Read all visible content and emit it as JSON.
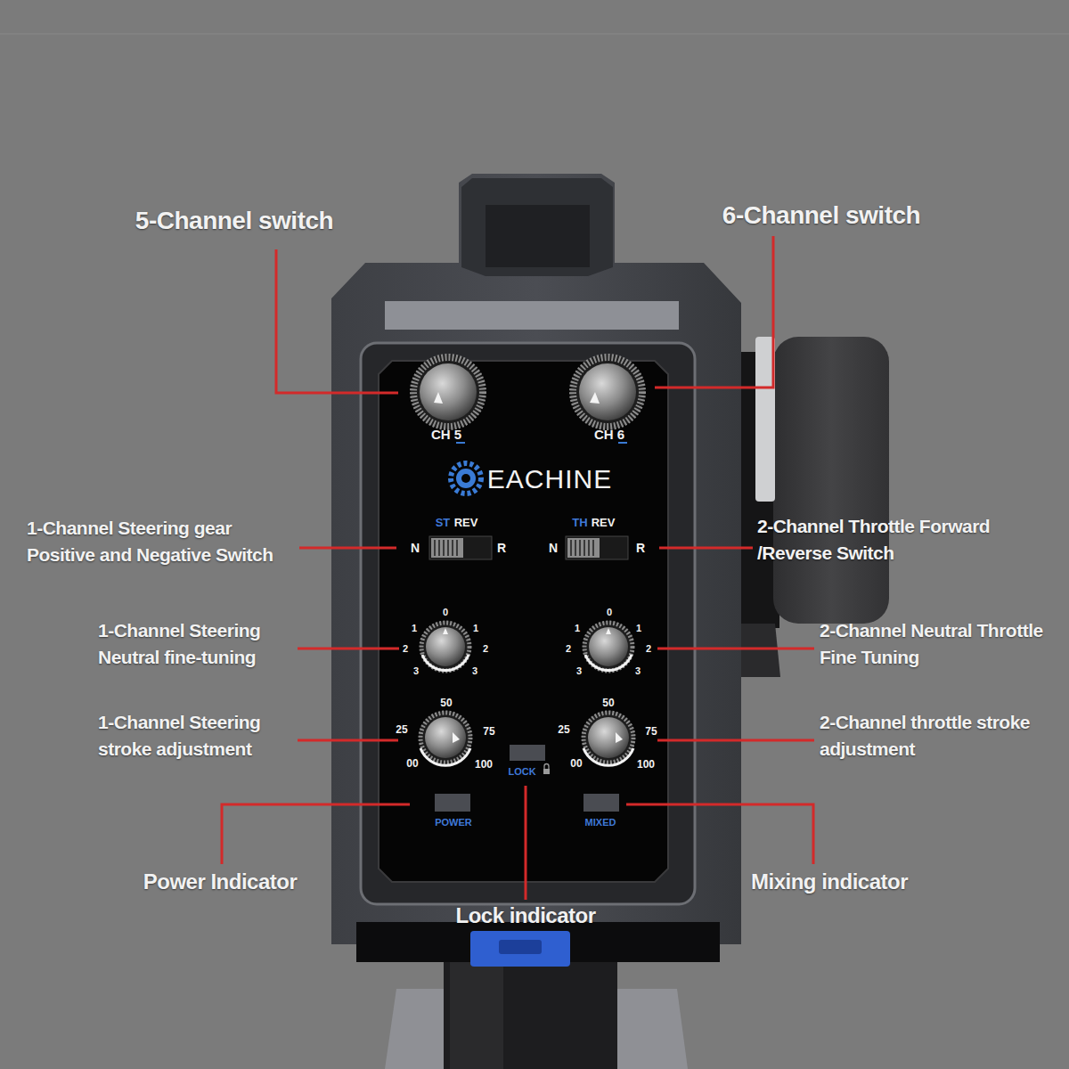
{
  "diagram": {
    "labels": [
      "5-Channel switch",
      "6-Channel switch",
      "CH 5",
      "CH 6",
      "EACHINE",
      "ST",
      "REV",
      "TH",
      "REV",
      "1-Channel Steering gear Positive and Negative Switch",
      "2-Channel Throttle Forward /Reverse Switch",
      "N",
      "R",
      "N",
      "R",
      "1-Channel Steering Neutral fine-tuning",
      "2-Channel Neutral Throttle Fine Tuning",
      "0",
      "1",
      "2",
      "3",
      "3",
      "2",
      "1",
      "0",
      "1",
      "2",
      "3",
      "3",
      "2",
      "1",
      "1-Channel Steering stroke adjustment",
      "2-Channel throttle stroke adjustment",
      "50",
      "25",
      "75",
      "00",
      "100",
      "50",
      "25",
      "75",
      "00",
      "100",
      "LOCK",
      "POWER",
      "MIXED",
      "Power Indicator",
      "Mixing indicator",
      "Lock indicator"
    ]
  }
}
